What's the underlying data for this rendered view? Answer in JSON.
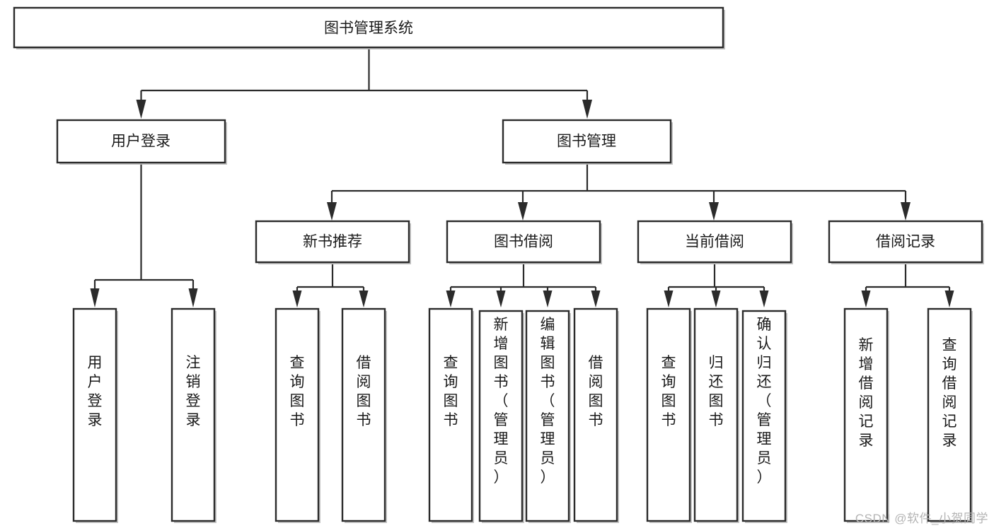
{
  "diagram": {
    "title": "图书管理系统",
    "type": "tree-hierarchy",
    "orientation": "top-down",
    "root": {
      "id": "root",
      "label": "图书管理系统"
    },
    "level2": [
      {
        "id": "user-login",
        "label": "用户登录"
      },
      {
        "id": "book-manage",
        "label": "图书管理"
      }
    ],
    "level3": [
      {
        "id": "new-book-rec",
        "label": "新书推荐",
        "parent": "book-manage"
      },
      {
        "id": "book-borrow",
        "label": "图书借阅",
        "parent": "book-manage"
      },
      {
        "id": "current-borrow",
        "label": "当前借阅",
        "parent": "book-manage"
      },
      {
        "id": "borrow-record",
        "label": "借阅记录",
        "parent": "book-manage"
      }
    ],
    "leaves": [
      {
        "id": "leaf-user-login",
        "label": "用户登录",
        "parent": "user-login"
      },
      {
        "id": "leaf-logout-login",
        "label": "注销登录",
        "parent": "user-login"
      },
      {
        "id": "leaf-query-book-1",
        "label": "查询图书",
        "parent": "new-book-rec"
      },
      {
        "id": "leaf-borrow-book-1",
        "label": "借阅图书",
        "parent": "new-book-rec"
      },
      {
        "id": "leaf-query-book-2",
        "label": "查询图书",
        "parent": "book-borrow"
      },
      {
        "id": "leaf-add-book",
        "label": "新增图书（管理员）",
        "parent": "book-borrow"
      },
      {
        "id": "leaf-edit-book",
        "label": "编辑图书（管理员）",
        "parent": "book-borrow"
      },
      {
        "id": "leaf-borrow-book-2",
        "label": "借阅图书",
        "parent": "book-borrow"
      },
      {
        "id": "leaf-query-book-3",
        "label": "查询图书",
        "parent": "current-borrow"
      },
      {
        "id": "leaf-return-book",
        "label": "归还图书",
        "parent": "current-borrow"
      },
      {
        "id": "leaf-confirm-return",
        "label": "确认归还（管理员）",
        "parent": "current-borrow"
      },
      {
        "id": "leaf-add-record",
        "label": "新增借阅记录",
        "parent": "borrow-record"
      },
      {
        "id": "leaf-query-record",
        "label": "查询借阅记录",
        "parent": "borrow-record"
      }
    ],
    "colors": {
      "box_stroke": "#2b2b2b",
      "box_fill": "#ffffff",
      "line": "#2b2b2b",
      "text": "#1a1a1a",
      "watermark": "#b4b4b4",
      "background": "#ffffff"
    }
  },
  "watermark": {
    "text": "CSDN @软件_小贺同学"
  }
}
